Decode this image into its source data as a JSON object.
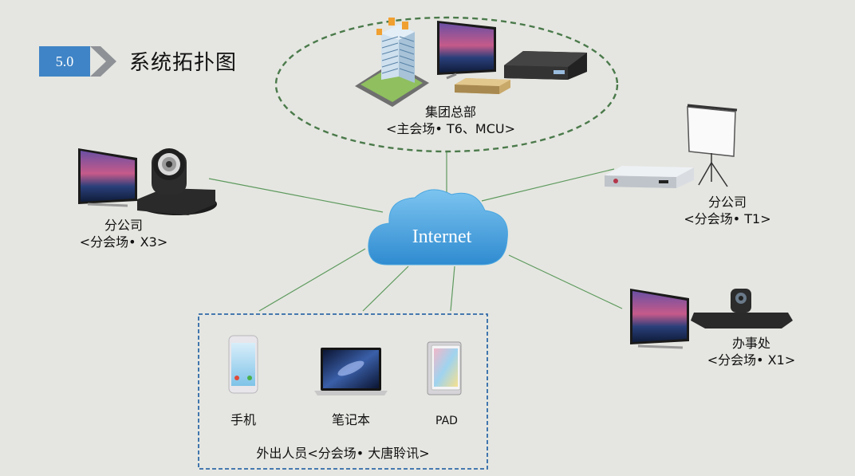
{
  "header": {
    "section_number": "5.0",
    "title": "系统拓扑图"
  },
  "center": {
    "label": "Internet"
  },
  "nodes": {
    "hq": {
      "name": "集团总部",
      "role": "<主会场• T6、MCU>"
    },
    "branch_left": {
      "name": "分公司",
      "role": "<分会场• X3>"
    },
    "branch_right": {
      "name": "分公司",
      "role": "<分会场• T1>"
    },
    "office": {
      "name": "办事处",
      "role": "<分会场• X1>"
    },
    "mobile": {
      "group_label": "外出人员<分会场• 大唐聆讯>",
      "devices": [
        "手机",
        "笔记本",
        "PAD"
      ]
    }
  },
  "colors": {
    "background": "#e5e6e1",
    "accent_blue": "#3f84c6",
    "cloud": "#4aa6e0",
    "link_line": "#5e9a5e",
    "hq_ellipse": "#4b7a4b",
    "mobile_box": "#2f6aa8"
  },
  "icons": {
    "hq": [
      "office-building-icon",
      "tv-monitor-icon",
      "mcu-server-icon",
      "terminal-box-icon"
    ],
    "branch_left": [
      "tv-monitor-icon",
      "ptz-camera-icon"
    ],
    "branch_right": [
      "projector-screen-icon",
      "terminal-box-icon"
    ],
    "office": [
      "tv-monitor-icon",
      "videobar-icon"
    ],
    "mobile": [
      "smartphone-icon",
      "laptop-icon",
      "tablet-icon"
    ]
  }
}
